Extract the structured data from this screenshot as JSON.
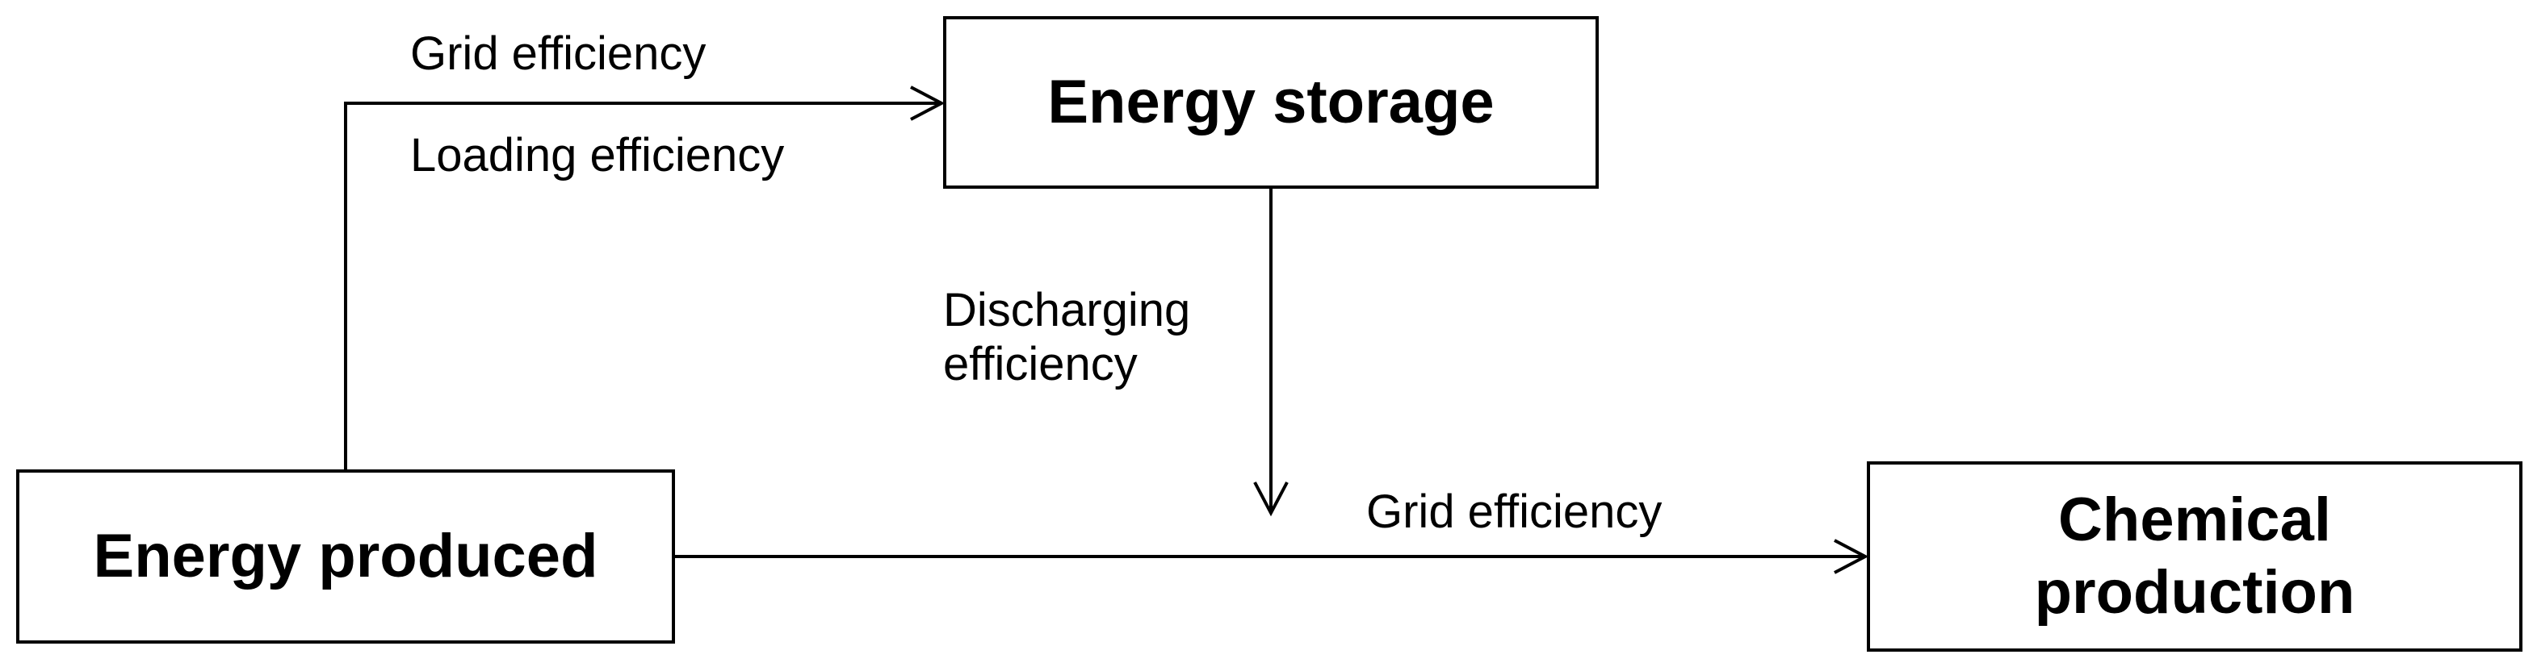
{
  "nodes": {
    "energy_storage": "Energy storage",
    "energy_produced": "Energy produced",
    "chemical_production_line1": "Chemical",
    "chemical_production_line2": "production"
  },
  "edge_labels": {
    "grid_efficiency_top": "Grid efficiency",
    "loading_efficiency": "Loading efficiency",
    "discharging_line1": "Discharging",
    "discharging_line2": "efficiency",
    "grid_efficiency_bottom": "Grid efficiency"
  },
  "colors": {
    "stroke": "#000000",
    "background": "#ffffff"
  }
}
